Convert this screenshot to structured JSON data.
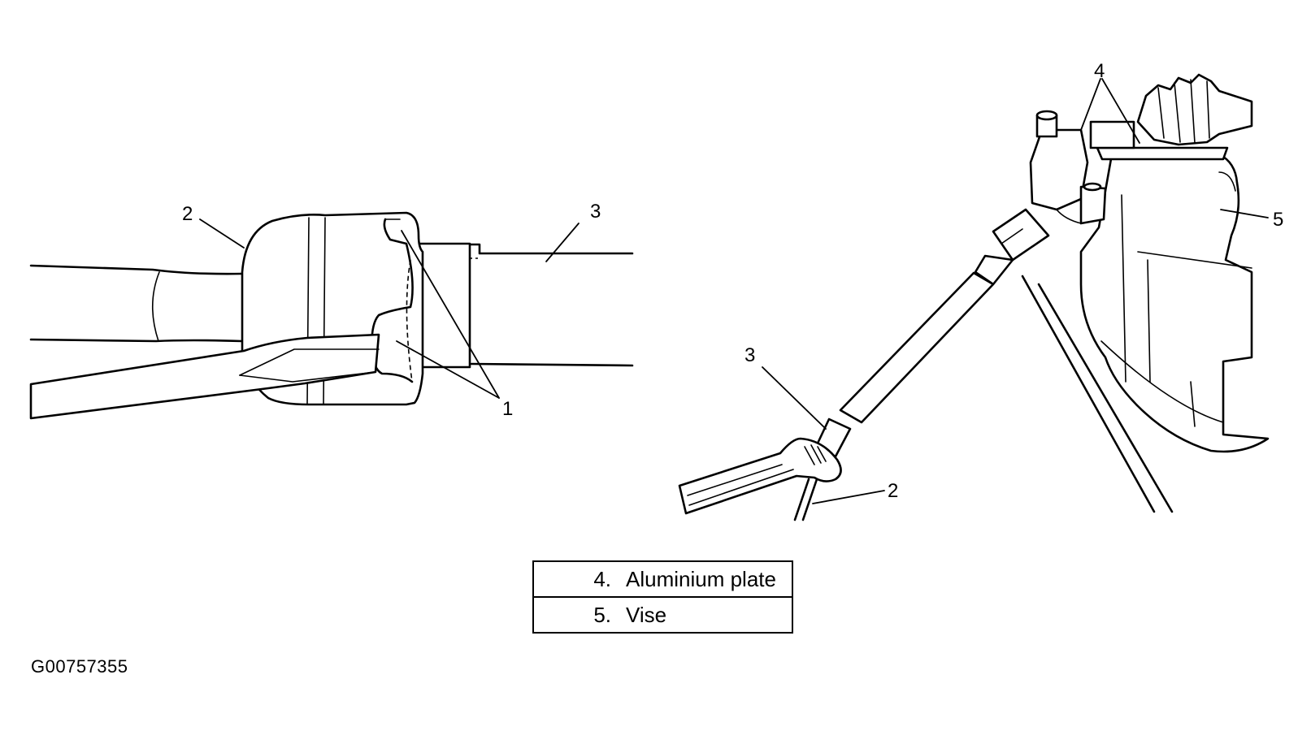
{
  "figure": {
    "left_callouts": {
      "c1": "1",
      "c2": "2",
      "c3": "3"
    },
    "right_callouts": {
      "c2": "2",
      "c3": "3",
      "c4": "4",
      "c5": "5"
    }
  },
  "legend": [
    {
      "num": "4.",
      "label": "Aluminium plate"
    },
    {
      "num": "5.",
      "label": "Vise"
    }
  ],
  "figure_id": "G00757355"
}
